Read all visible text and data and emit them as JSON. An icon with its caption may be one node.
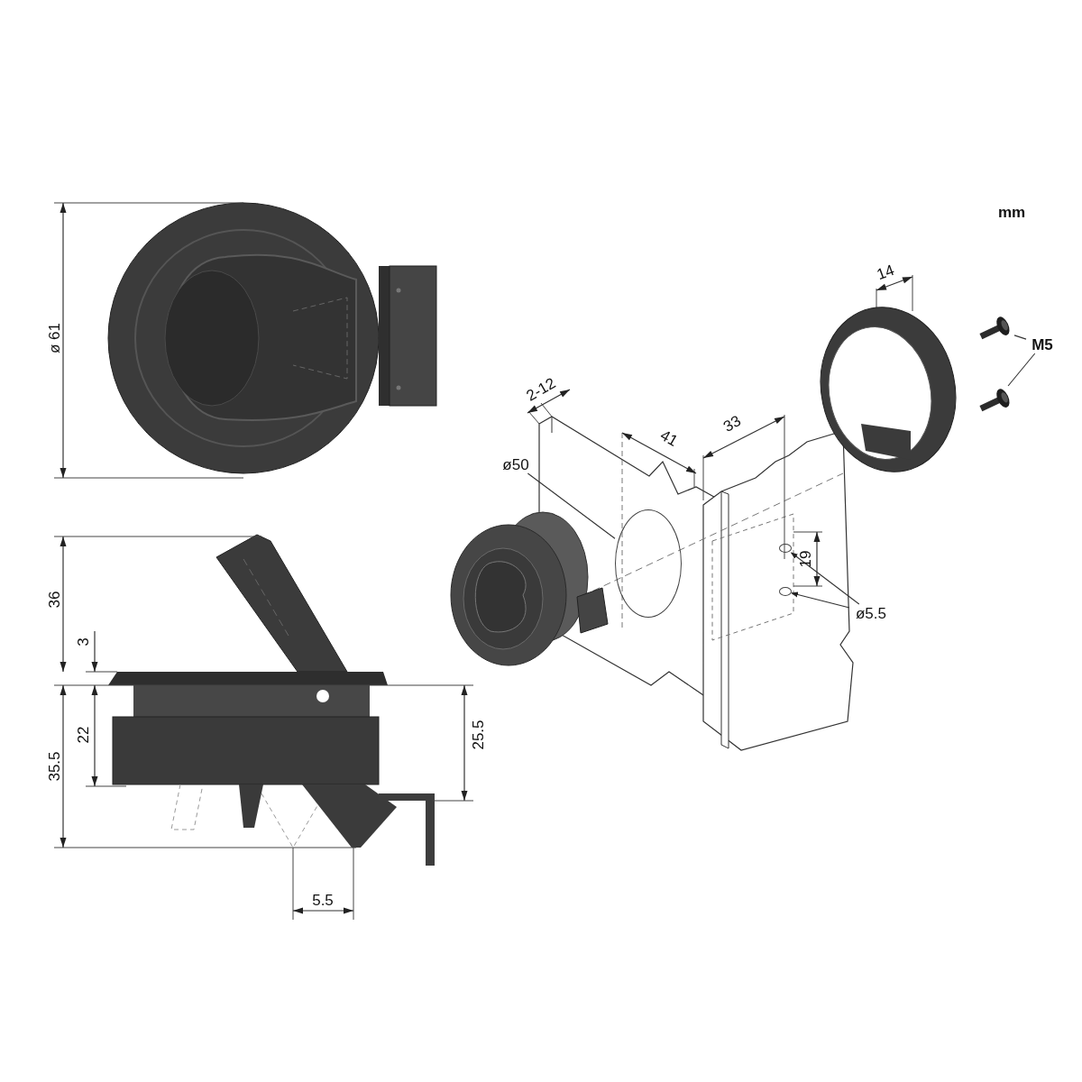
{
  "diagram": {
    "nodes": [
      {
        "text": [
          "M5"
        ]
      },
      {
        "text": [],
        "shape": "picture"
      },
      {
        "text": [],
        "shape": "picture"
      },
      {
        "text": [
          "ø5.5"
        ]
      },
      {
        "text": [],
        "shape": "circle"
      },
      {
        "text": [],
        "shape": "circle"
      },
      {
        "text": [
          "ø50"
        ]
      },
      {
        "text": [],
        "shape": "circle"
      }
    ],
    "edges": [
      {
        "from": 0,
        "to": 1,
        "arrow": "none"
      },
      {
        "from": 0,
        "to": 2,
        "arrow": "none"
      },
      {
        "from": 3,
        "to": 4,
        "arrow": "to"
      },
      {
        "from": 3,
        "to": 5,
        "arrow": "to"
      },
      {
        "from": 6,
        "to": 7,
        "arrow": "none"
      }
    ],
    "labels": [
      "mm",
      "ø 61",
      "36",
      "3",
      "35.5",
      "22",
      "25.5",
      "5.5",
      "2-12",
      "41",
      "33",
      "14",
      "19"
    ]
  }
}
